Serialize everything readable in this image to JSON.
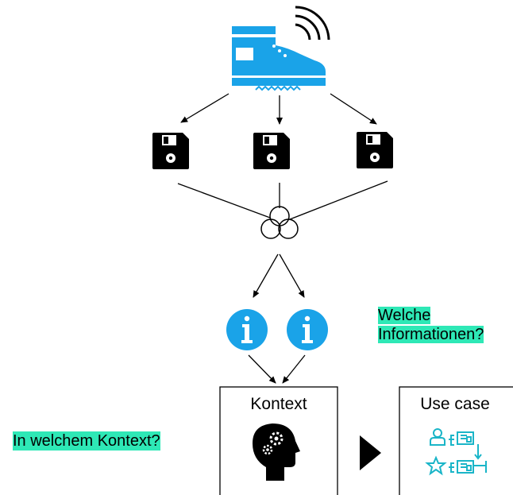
{
  "labels": {
    "question_information_line1": "Welche",
    "question_information_line2": "Informationen?",
    "question_context": "In welchem Kontext?"
  },
  "boxes": {
    "context_title": "Kontext",
    "use_case_title": "Use case"
  },
  "icons": {
    "sensor": "smart-shoe-icon",
    "storage": "floppy-disk-icon",
    "merge": "venn-diagram-icon",
    "information": "info-icon",
    "thinking": "head-gears-icon",
    "next": "play-triangle-icon",
    "use_case": "user-flow-icon"
  },
  "colors": {
    "accent_blue": "#1aa3e8",
    "highlight_teal": "#2ee8b6",
    "line": "#000000"
  }
}
